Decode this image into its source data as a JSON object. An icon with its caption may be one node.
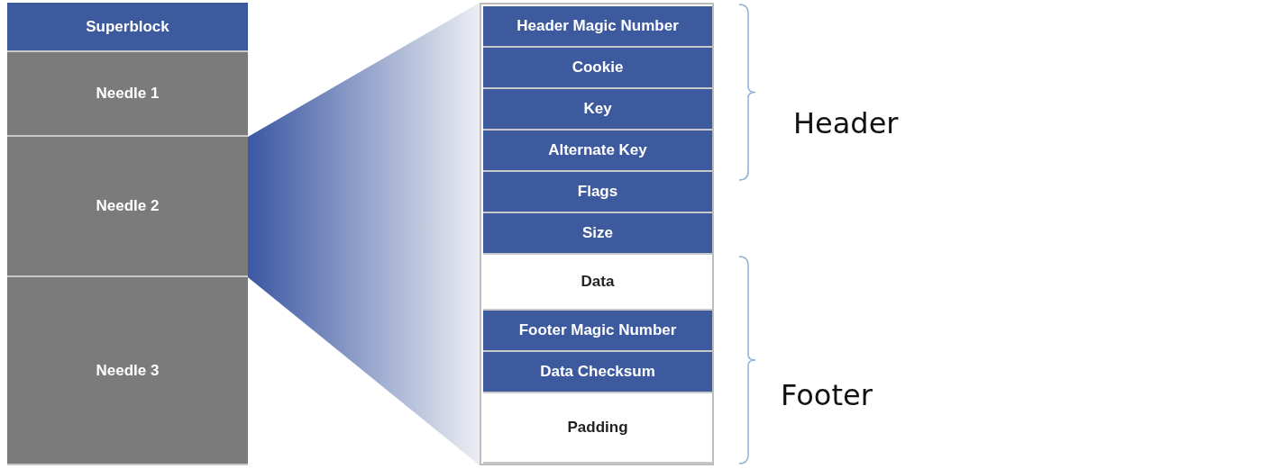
{
  "diagram": {
    "nodes": [
      {
        "text": [
          "Superblock"
        ]
      },
      {
        "text": [
          "Needle 1"
        ]
      },
      {
        "text": [
          "Needle 2"
        ]
      },
      {
        "text": [
          "Needle 3"
        ]
      },
      {
        "text": [],
        "shape": "box"
      },
      {
        "text": [
          "Header Magic Number"
        ],
        "in": 4
      },
      {
        "text": [
          "Cookie"
        ],
        "in": 4
      },
      {
        "text": [
          "Key"
        ],
        "in": 4
      },
      {
        "text": [
          "Alternate Key"
        ],
        "in": 4
      },
      {
        "text": [
          "Flags"
        ],
        "in": 4
      },
      {
        "text": [
          "Size"
        ],
        "in": 4
      },
      {
        "text": [
          "Data"
        ],
        "in": 4
      },
      {
        "text": [
          "Footer Magic Number"
        ],
        "in": 4
      },
      {
        "text": [
          "Data Checksum"
        ],
        "in": 4
      },
      {
        "text": [
          "Padding"
        ],
        "in": 4
      }
    ],
    "edges": [
      {
        "from": 2,
        "to": 4,
        "arrow": "none"
      }
    ],
    "labels": [
      "Header",
      "Footer"
    ]
  }
}
